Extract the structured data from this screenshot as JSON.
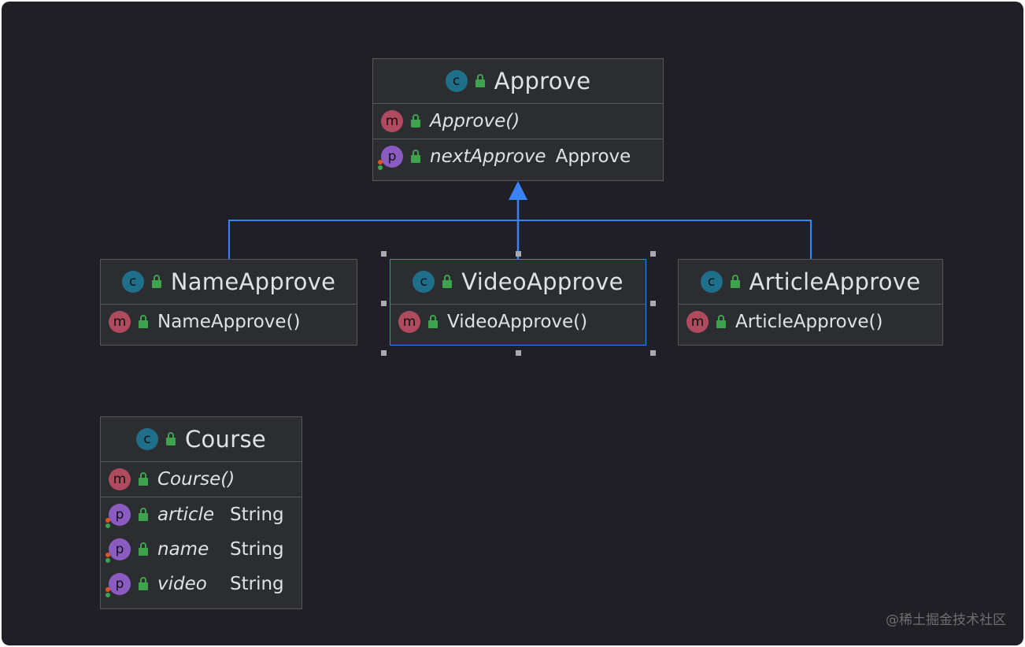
{
  "diagram": {
    "parent": {
      "name": "Approve",
      "constructor": "Approve()",
      "fields": [
        {
          "name": "nextApprove",
          "type": "Approve"
        }
      ]
    },
    "children": [
      {
        "name": "NameApprove",
        "constructor": "NameApprove()"
      },
      {
        "name": "VideoApprove",
        "constructor": "VideoApprove()"
      },
      {
        "name": "ArticleApprove",
        "constructor": "ArticleApprove()"
      }
    ],
    "course": {
      "name": "Course",
      "constructor": "Course()",
      "fields": [
        {
          "name": "article",
          "type": "String"
        },
        {
          "name": "name",
          "type": "String"
        },
        {
          "name": "video",
          "type": "String"
        }
      ]
    },
    "icons": {
      "class": "c",
      "method": "m",
      "property": "p"
    },
    "colors": {
      "inheritance_arrow": "#3b82f6",
      "class_icon": "#1f6f8b",
      "method_icon": "#b04a5f",
      "property_icon": "#8a5cc2",
      "lock": "#3fa34d"
    }
  },
  "watermark": "@稀土掘金技术社区"
}
